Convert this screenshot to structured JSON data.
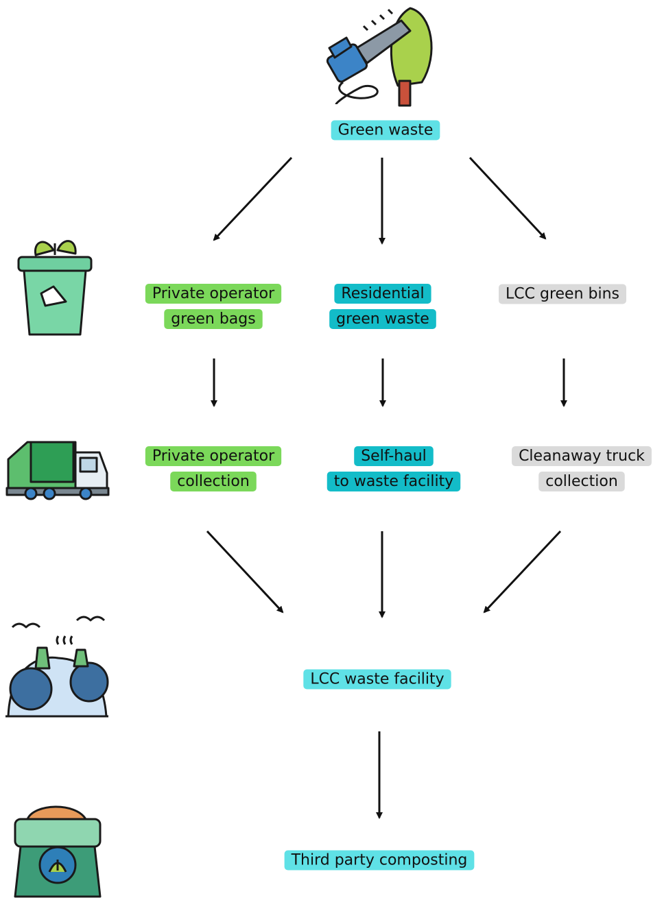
{
  "nodes": {
    "green_waste": {
      "lines": [
        "Green waste"
      ],
      "color": "#5FE1E6"
    },
    "private_bags": {
      "lines": [
        "Private operator",
        "green bags"
      ],
      "color": "#7BD85A"
    },
    "residential": {
      "lines": [
        "Residential",
        "green waste"
      ],
      "color": "#13BCC8"
    },
    "lcc_bins": {
      "lines": [
        "LCC green bins"
      ],
      "color": "#DADADA"
    },
    "private_collection": {
      "lines": [
        "Private operator",
        "collection"
      ],
      "color": "#7BD85A"
    },
    "self_haul": {
      "lines": [
        "Self-haul",
        "to waste facility"
      ],
      "color": "#13BCC8"
    },
    "cleanaway": {
      "lines": [
        "Cleanaway truck",
        "collection"
      ],
      "color": "#DADADA"
    },
    "facility": {
      "lines": [
        "LCC waste facility"
      ],
      "color": "#5FE1E6"
    },
    "composting": {
      "lines": [
        "Third party composting"
      ],
      "color": "#5FE1E6"
    }
  },
  "edges": [
    [
      "green_waste",
      "private_bags"
    ],
    [
      "green_waste",
      "residential"
    ],
    [
      "green_waste",
      "lcc_bins"
    ],
    [
      "private_bags",
      "private_collection"
    ],
    [
      "residential",
      "self_haul"
    ],
    [
      "lcc_bins",
      "cleanaway"
    ],
    [
      "private_collection",
      "facility"
    ],
    [
      "self_haul",
      "facility"
    ],
    [
      "cleanaway",
      "facility"
    ],
    [
      "facility",
      "composting"
    ]
  ],
  "icons": [
    "chainsaw-tree-icon",
    "compost-bin-icon",
    "garbage-truck-icon",
    "landfill-icon",
    "compost-sack-icon"
  ]
}
